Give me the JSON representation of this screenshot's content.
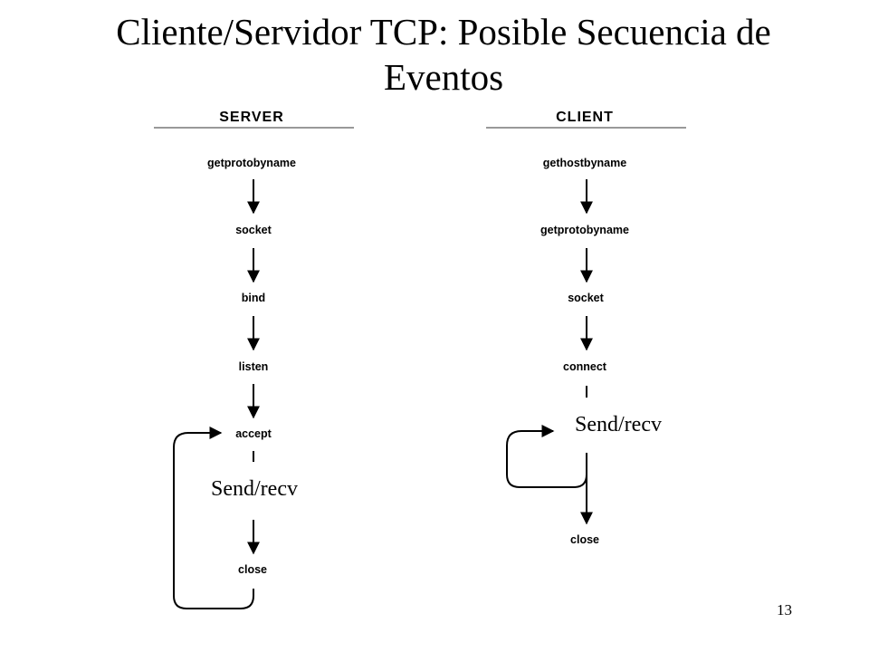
{
  "slide": {
    "title": "Cliente/Servidor TCP: Posible Secuencia de Eventos",
    "page_number": "13"
  },
  "server": {
    "header": "SERVER",
    "steps": [
      "getprotobyname",
      "socket",
      "bind",
      "listen",
      "accept",
      "close"
    ],
    "annotation": "Send/recv"
  },
  "client": {
    "header": "CLIENT",
    "steps": [
      "gethostbyname",
      "getprotobyname",
      "socket",
      "connect",
      "close"
    ],
    "annotation": "Send/recv"
  }
}
